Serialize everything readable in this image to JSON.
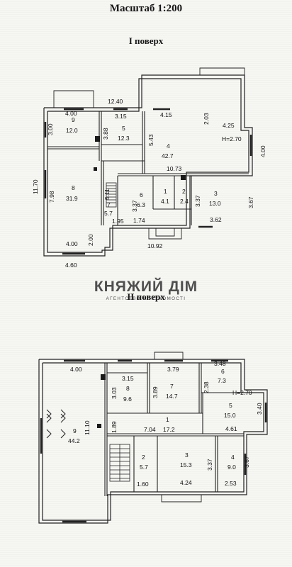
{
  "page": {
    "scale_title": "Масштаб 1:200",
    "floor1_title": "І поверх",
    "floor2_title": "ІІ поверх"
  },
  "watermark": {
    "brand": "КНЯЖИЙ ДІМ",
    "tagline": "АГЕНТСТВО НЕРУХОМОСТІ"
  },
  "floor1": {
    "rooms": [
      {
        "num": "9",
        "area": "12.0"
      },
      {
        "num": "5",
        "area": "12.3"
      },
      {
        "num": "4",
        "area": "42.7"
      },
      {
        "num": "8",
        "area": "31.9"
      },
      {
        "num": "6",
        "area": "6.3"
      },
      {
        "num": "1",
        "area": "4.1"
      },
      {
        "num": "2",
        "area": "2.4"
      },
      {
        "num": "3",
        "area": "13.0"
      }
    ],
    "dims": [
      "12.40",
      "4.00",
      "3.15",
      "4.15",
      "2.03",
      "4.25",
      "H=2.70",
      "3.00",
      "3.88",
      "5.43",
      "4.00",
      "11.70",
      "7.98",
      "5.11",
      "10.73",
      "3.37",
      "3.37",
      "3.67",
      "5.7",
      "1.95",
      "1.74",
      "3.62",
      "2.00",
      "4.00",
      "10.92",
      "4.60",
      "7"
    ]
  },
  "floor2": {
    "rooms": [
      {
        "num": "8",
        "area": "9.6"
      },
      {
        "num": "7",
        "area": "14.7"
      },
      {
        "num": "6",
        "area": "7.3"
      },
      {
        "num": "5",
        "area": "15.0"
      },
      {
        "num": "1",
        "area": "17.2"
      },
      {
        "num": "9",
        "area": "44.2"
      },
      {
        "num": "2",
        "area": "5.7"
      },
      {
        "num": "3",
        "area": "15.3"
      },
      {
        "num": "4",
        "area": "9.0"
      }
    ],
    "dims": [
      "4.00",
      "3.15",
      "3.79",
      "3.48",
      "3.03",
      "3.89",
      "2.38",
      "H=2.70",
      "3.40",
      "4.61",
      "1.89",
      "7.04",
      "11.10",
      "3.37",
      "3.67",
      "1.60",
      "4.24",
      "2.53"
    ]
  }
}
